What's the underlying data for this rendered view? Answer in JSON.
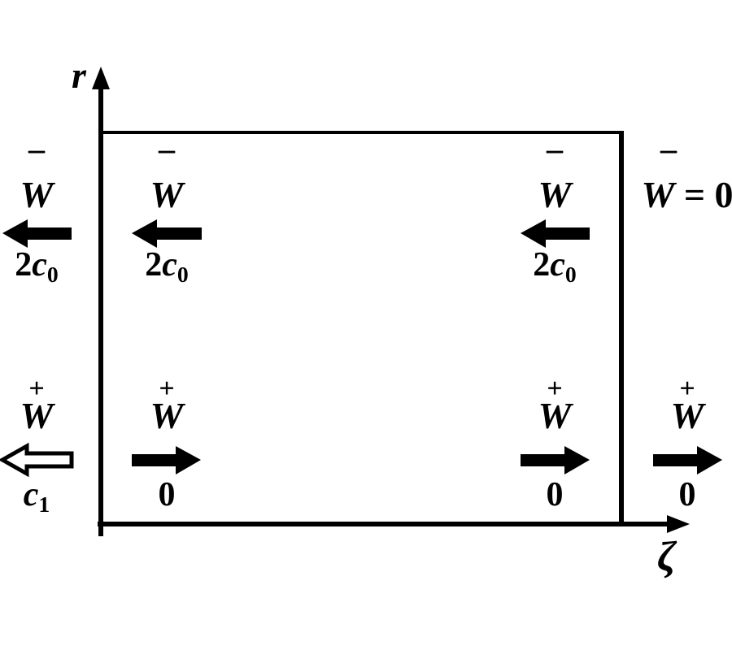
{
  "figure": {
    "type": "schematic-diagram",
    "background_color": "#ffffff",
    "stroke_color": "#000000",
    "axes": {
      "vertical_label": "r",
      "horizontal_label": "ζ"
    },
    "boundary_label": {
      "symbol": "W",
      "accent": "¯",
      "text": " = 0"
    },
    "groups": [
      {
        "id": "outer-left-upper",
        "symbol": "W",
        "accent": "¯",
        "accent_kind": "bar",
        "arrow_direction": "left",
        "arrow_style": "solid",
        "value_prefix": "2",
        "value_symbol": "c",
        "value_subscript": "0"
      },
      {
        "id": "inner-left-upper",
        "symbol": "W",
        "accent": "¯",
        "accent_kind": "bar",
        "arrow_direction": "left",
        "arrow_style": "solid",
        "value_prefix": "2",
        "value_symbol": "c",
        "value_subscript": "0"
      },
      {
        "id": "inner-right-upper",
        "symbol": "W",
        "accent": "¯",
        "accent_kind": "bar",
        "arrow_direction": "left",
        "arrow_style": "solid",
        "value_prefix": "2",
        "value_symbol": "c",
        "value_subscript": "0"
      },
      {
        "id": "outer-left-lower",
        "symbol": "W",
        "accent": "+",
        "accent_kind": "plus",
        "arrow_direction": "left",
        "arrow_style": "hollow",
        "value_prefix": "",
        "value_symbol": "c",
        "value_subscript": "1"
      },
      {
        "id": "inner-left-lower",
        "symbol": "W",
        "accent": "+",
        "accent_kind": "plus",
        "arrow_direction": "right",
        "arrow_style": "solid",
        "value_prefix": "0",
        "value_symbol": "",
        "value_subscript": ""
      },
      {
        "id": "inner-right-lower",
        "symbol": "W",
        "accent": "+",
        "accent_kind": "plus",
        "arrow_direction": "right",
        "arrow_style": "solid",
        "value_prefix": "0",
        "value_symbol": "",
        "value_subscript": ""
      },
      {
        "id": "outer-right-lower",
        "symbol": "W",
        "accent": "+",
        "accent_kind": "plus",
        "arrow_direction": "right",
        "arrow_style": "solid",
        "value_prefix": "0",
        "value_symbol": "",
        "value_subscript": ""
      }
    ]
  }
}
